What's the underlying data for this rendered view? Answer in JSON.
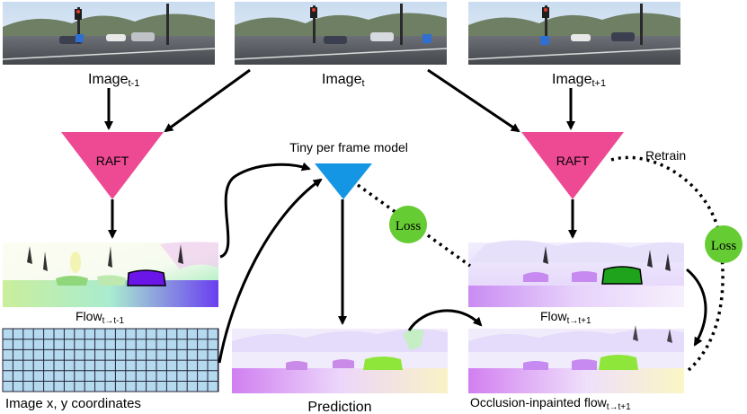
{
  "nodes": {
    "image_prev": {
      "base": "Image",
      "sub": "t-1"
    },
    "image_cur": {
      "base": "Image",
      "sub": "t"
    },
    "image_next": {
      "base": "Image",
      "sub": "t+1"
    },
    "raft_left": "RAFT",
    "raft_right": "RAFT",
    "tiny_model": "Tiny per frame model",
    "flow_back": {
      "base": "Flow",
      "sub": "t→t-1"
    },
    "flow_fwd": {
      "base": "Flow",
      "sub": "t→t+1"
    },
    "coords": "Image x, y coordinates",
    "prediction": "Prediction",
    "occlusion_flow": {
      "base": "Occlusion-inpainted flow",
      "sub": "t→t+1"
    }
  },
  "edges": {
    "loss_left": "Loss",
    "loss_right": "Loss",
    "retrain": "Retrain"
  },
  "colors": {
    "raft": "#ee4a94",
    "tiny_model": "#1596e4",
    "loss": "#66cc33",
    "grid_fill": "#b5daf0"
  }
}
